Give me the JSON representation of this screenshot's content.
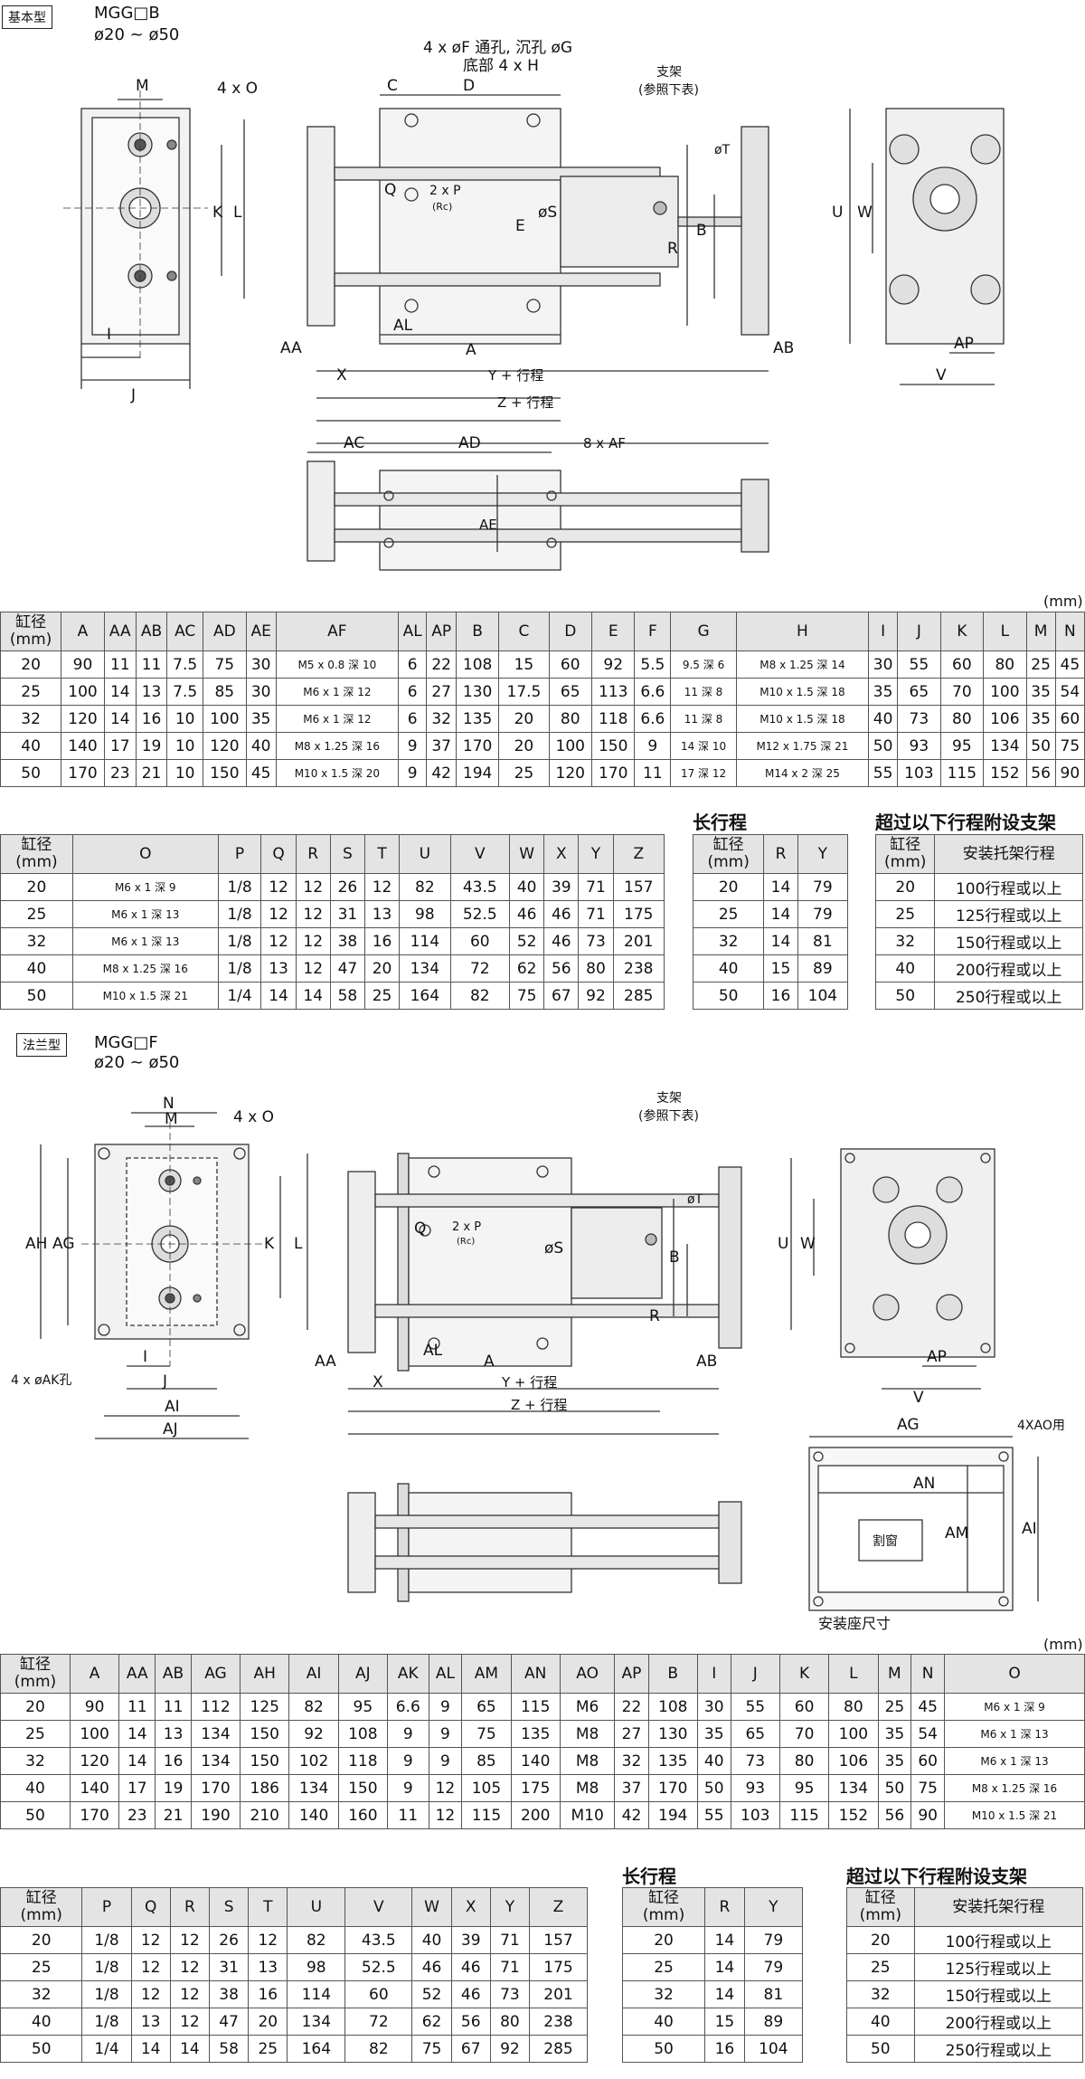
{
  "basic": {
    "tag": "基本型",
    "model": "MGG□B",
    "bore_range": "ø20 ~ ø50",
    "drawing_labels": {
      "M": "M",
      "four_x_O": "4 x O",
      "K": "K",
      "L": "L",
      "I": "I",
      "J": "J",
      "holes": "4 x øF 通孔, 沉孔 øG",
      "holes2": "底部 4 x H",
      "C": "C",
      "D": "D",
      "bracket": "支架",
      "bracket2": "(参照下表)",
      "Q": "Q",
      "P": "2 x P",
      "Rc": "(Rc)",
      "S": "øS",
      "E": "E",
      "T": "øT",
      "B": "B",
      "R": "R",
      "AA": "AA",
      "AL": "AL",
      "A": "A",
      "AB": "AB",
      "X": "X",
      "Y_stroke": "Y + 行程",
      "Z_stroke": "Z + 行程",
      "U": "U",
      "W": "W",
      "AP": "AP",
      "V": "V",
      "AC": "AC",
      "AD": "AD",
      "AF": "8 x AF",
      "AE": "AE"
    },
    "unit": "(mm)",
    "table1": {
      "headers": [
        "缸径\n(mm)",
        "A",
        "AA",
        "AB",
        "AC",
        "AD",
        "AE",
        "AF",
        "AL",
        "AP",
        "B",
        "C",
        "D",
        "E",
        "F",
        "G",
        "H",
        "I",
        "J",
        "K",
        "L",
        "M",
        "N"
      ],
      "rows": [
        [
          "20",
          "90",
          "11",
          "11",
          "7.5",
          "75",
          "30",
          "M5 x 0.8 深 10",
          "6",
          "22",
          "108",
          "15",
          "60",
          "92",
          "5.5",
          "9.5 深 6",
          "M8 x 1.25 深 14",
          "30",
          "55",
          "60",
          "80",
          "25",
          "45"
        ],
        [
          "25",
          "100",
          "14",
          "13",
          "7.5",
          "85",
          "30",
          "M6 x 1 深 12",
          "6",
          "27",
          "130",
          "17.5",
          "65",
          "113",
          "6.6",
          "11 深 8",
          "M10 x 1.5 深 18",
          "35",
          "65",
          "70",
          "100",
          "35",
          "54"
        ],
        [
          "32",
          "120",
          "14",
          "16",
          "10",
          "100",
          "35",
          "M6 x 1 深 12",
          "6",
          "32",
          "135",
          "20",
          "80",
          "118",
          "6.6",
          "11 深 8",
          "M10 x 1.5 深 18",
          "40",
          "73",
          "80",
          "106",
          "35",
          "60"
        ],
        [
          "40",
          "140",
          "17",
          "19",
          "10",
          "120",
          "40",
          "M8 x 1.25 深 16",
          "9",
          "37",
          "170",
          "20",
          "100",
          "150",
          "9",
          "14 深 10",
          "M12 x 1.75 深 21",
          "50",
          "93",
          "95",
          "134",
          "50",
          "75"
        ],
        [
          "50",
          "170",
          "23",
          "21",
          "10",
          "150",
          "45",
          "M10 x 1.5 深 20",
          "9",
          "42",
          "194",
          "25",
          "120",
          "170",
          "11",
          "17 深 12",
          "M14 x 2 深 25",
          "55",
          "103",
          "115",
          "152",
          "56",
          "90"
        ]
      ]
    },
    "table2": {
      "headers": [
        "缸径\n(mm)",
        "O",
        "P",
        "Q",
        "R",
        "S",
        "T",
        "U",
        "V",
        "W",
        "X",
        "Y",
        "Z"
      ],
      "rows": [
        [
          "20",
          "M6 x 1 深 9",
          "1/8",
          "12",
          "12",
          "26",
          "12",
          "82",
          "43.5",
          "40",
          "39",
          "71",
          "157"
        ],
        [
          "25",
          "M6 x 1 深 13",
          "1/8",
          "12",
          "12",
          "31",
          "13",
          "98",
          "52.5",
          "46",
          "46",
          "71",
          "175"
        ],
        [
          "32",
          "M6 x 1 深 13",
          "1/8",
          "12",
          "12",
          "38",
          "16",
          "114",
          "60",
          "52",
          "46",
          "73",
          "201"
        ],
        [
          "40",
          "M8 x 1.25 深 16",
          "1/8",
          "13",
          "12",
          "47",
          "20",
          "134",
          "72",
          "62",
          "56",
          "80",
          "238"
        ],
        [
          "50",
          "M10 x 1.5 深 21",
          "1/4",
          "14",
          "14",
          "58",
          "25",
          "164",
          "82",
          "75",
          "67",
          "92",
          "285"
        ]
      ]
    },
    "long_stroke": {
      "title": "长行程",
      "headers": [
        "缸径\n(mm)",
        "R",
        "Y"
      ],
      "rows": [
        [
          "20",
          "14",
          "79"
        ],
        [
          "25",
          "14",
          "79"
        ],
        [
          "32",
          "14",
          "81"
        ],
        [
          "40",
          "15",
          "89"
        ],
        [
          "50",
          "16",
          "104"
        ]
      ]
    },
    "bracket_table": {
      "title": "超过以下行程附设支架",
      "headers": [
        "缸径\n(mm)",
        "安装托架行程"
      ],
      "rows": [
        [
          "20",
          "100行程或以上"
        ],
        [
          "25",
          "125行程或以上"
        ],
        [
          "32",
          "150行程或以上"
        ],
        [
          "40",
          "200行程或以上"
        ],
        [
          "50",
          "250行程或以上"
        ]
      ]
    }
  },
  "flange": {
    "tag": "法兰型",
    "model": "MGG□F",
    "bore_range": "ø20 ~ ø50",
    "drawing_labels": {
      "N": "N",
      "M": "M",
      "four_x_O": "4 x O",
      "AH": "AH",
      "AG": "AG",
      "K": "K",
      "L": "L",
      "AK": "4 x øAK孔",
      "I": "I",
      "J": "J",
      "AI": "AI",
      "AJ": "AJ",
      "bracket": "支架",
      "bracket2": "(参照下表)",
      "T": "øT",
      "Q": "Q",
      "P": "2 x P",
      "Rc": "(Rc)",
      "S": "øS",
      "B": "B",
      "R": "R",
      "AA": "AA",
      "AL": "AL",
      "A": "A",
      "AB": "AB",
      "X": "X",
      "Y_stroke": "Y + 行程",
      "Z_stroke": "Z + 行程",
      "U": "U",
      "W": "W",
      "AP": "AP",
      "V": "V",
      "AG2": "AG",
      "XAO": "4XAO用",
      "AN": "AN",
      "AM": "AM",
      "AI2": "AI",
      "cut": "割窗",
      "mount": "安装座尺寸"
    },
    "unit": "(mm)",
    "table1": {
      "headers": [
        "缸径\n(mm)",
        "A",
        "AA",
        "AB",
        "AG",
        "AH",
        "AI",
        "AJ",
        "AK",
        "AL",
        "AM",
        "AN",
        "AO",
        "AP",
        "B",
        "I",
        "J",
        "K",
        "L",
        "M",
        "N",
        "O"
      ],
      "rows": [
        [
          "20",
          "90",
          "11",
          "11",
          "112",
          "125",
          "82",
          "95",
          "6.6",
          "9",
          "65",
          "115",
          "M6",
          "22",
          "108",
          "30",
          "55",
          "60",
          "80",
          "25",
          "45",
          "M6 x 1 深 9"
        ],
        [
          "25",
          "100",
          "14",
          "13",
          "134",
          "150",
          "92",
          "108",
          "9",
          "9",
          "75",
          "135",
          "M8",
          "27",
          "130",
          "35",
          "65",
          "70",
          "100",
          "35",
          "54",
          "M6 x 1 深 13"
        ],
        [
          "32",
          "120",
          "14",
          "16",
          "134",
          "150",
          "102",
          "118",
          "9",
          "9",
          "85",
          "140",
          "M8",
          "32",
          "135",
          "40",
          "73",
          "80",
          "106",
          "35",
          "60",
          "M6 x 1 深 13"
        ],
        [
          "40",
          "140",
          "17",
          "19",
          "170",
          "186",
          "134",
          "150",
          "9",
          "12",
          "105",
          "175",
          "M8",
          "37",
          "170",
          "50",
          "93",
          "95",
          "134",
          "50",
          "75",
          "M8 x 1.25 深 16"
        ],
        [
          "50",
          "170",
          "23",
          "21",
          "190",
          "210",
          "140",
          "160",
          "11",
          "12",
          "115",
          "200",
          "M10",
          "42",
          "194",
          "55",
          "103",
          "115",
          "152",
          "56",
          "90",
          "M10 x 1.5 深 21"
        ]
      ]
    },
    "table2": {
      "headers": [
        "缸径\n(mm)",
        "P",
        "Q",
        "R",
        "S",
        "T",
        "U",
        "V",
        "W",
        "X",
        "Y",
        "Z"
      ],
      "rows": [
        [
          "20",
          "1/8",
          "12",
          "12",
          "26",
          "12",
          "82",
          "43.5",
          "40",
          "39",
          "71",
          "157"
        ],
        [
          "25",
          "1/8",
          "12",
          "12",
          "31",
          "13",
          "98",
          "52.5",
          "46",
          "46",
          "71",
          "175"
        ],
        [
          "32",
          "1/8",
          "12",
          "12",
          "38",
          "16",
          "114",
          "60",
          "52",
          "46",
          "73",
          "201"
        ],
        [
          "40",
          "1/8",
          "13",
          "12",
          "47",
          "20",
          "134",
          "72",
          "62",
          "56",
          "80",
          "238"
        ],
        [
          "50",
          "1/4",
          "14",
          "14",
          "58",
          "25",
          "164",
          "82",
          "75",
          "67",
          "92",
          "285"
        ]
      ]
    },
    "long_stroke": {
      "title": "长行程",
      "headers": [
        "缸径\n(mm)",
        "R",
        "Y"
      ],
      "rows": [
        [
          "20",
          "14",
          "79"
        ],
        [
          "25",
          "14",
          "79"
        ],
        [
          "32",
          "14",
          "81"
        ],
        [
          "40",
          "15",
          "89"
        ],
        [
          "50",
          "16",
          "104"
        ]
      ]
    },
    "bracket_table": {
      "title": "超过以下行程附设支架",
      "headers": [
        "缸径\n(mm)",
        "安装托架行程"
      ],
      "rows": [
        [
          "20",
          "100行程或以上"
        ],
        [
          "25",
          "125行程或以上"
        ],
        [
          "32",
          "150行程或以上"
        ],
        [
          "40",
          "200行程或以上"
        ],
        [
          "50",
          "250行程或以上"
        ]
      ]
    }
  }
}
